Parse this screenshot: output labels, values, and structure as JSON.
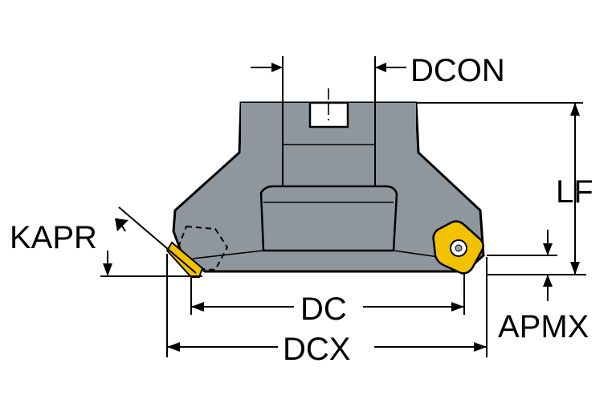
{
  "drawing": {
    "colors": {
      "background": "#ffffff",
      "body": "#8f979e",
      "body_dark": "#737a80",
      "insert": "#f2c200",
      "line": "#000000"
    }
  },
  "labels": {
    "dcon": "DCON",
    "lf": "LF",
    "kapr": "KAPR",
    "dc": "DC",
    "dcx": "DCX",
    "apmx": "APMX"
  }
}
